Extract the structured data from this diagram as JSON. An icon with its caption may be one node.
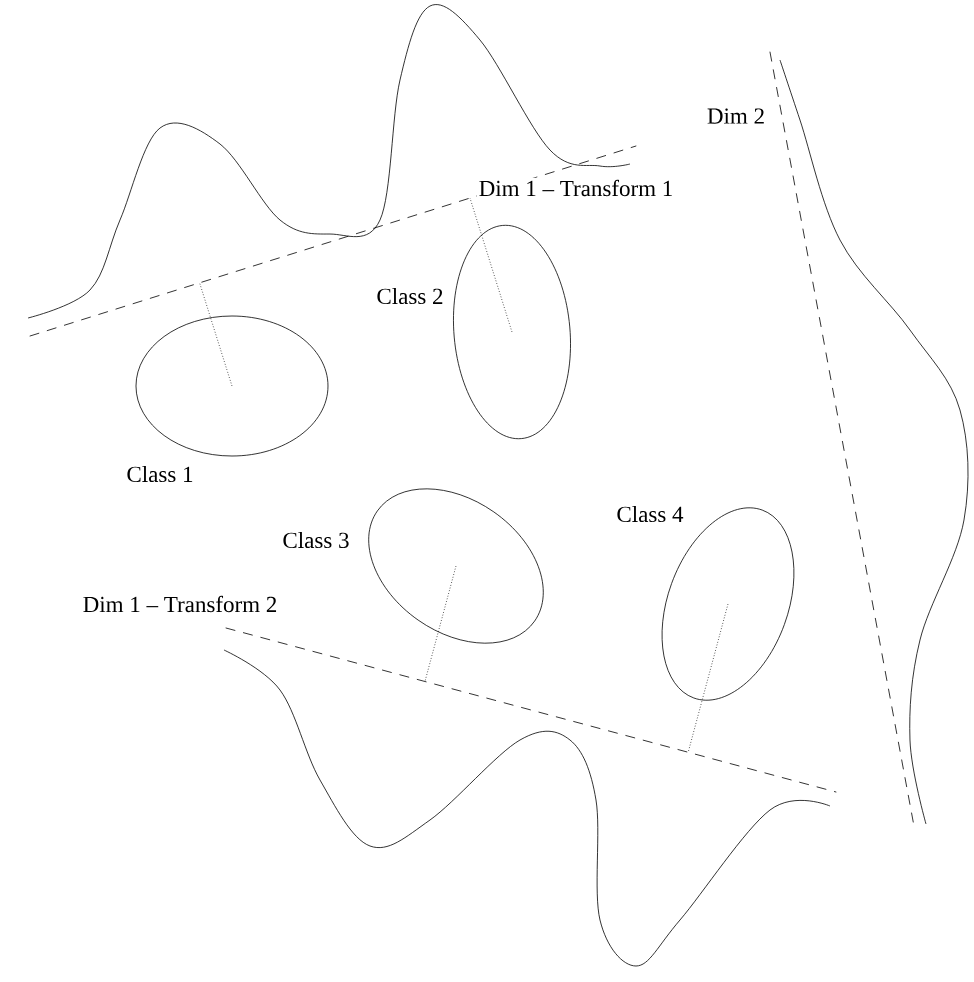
{
  "diagram": {
    "nodes": [
      {
        "text": [],
        "shape": "ellipse",
        "beside": [
          "Class 1"
        ]
      },
      {
        "text": [],
        "shape": "ellipse",
        "beside": [
          "Class 2"
        ]
      },
      {
        "text": [],
        "shape": "ellipse",
        "beside": [
          "Class 3"
        ]
      },
      {
        "text": [],
        "shape": "ellipse",
        "beside": [
          "Class 4"
        ]
      },
      {
        "text": [],
        "shape": "line"
      },
      {
        "text": [],
        "shape": "line"
      },
      {
        "text": [],
        "shape": "line"
      }
    ],
    "labels": [
      "Dim 2",
      "Dim 1 – Transform 1",
      "Dim 1 – Transform 2"
    ],
    "edges": [
      {
        "from": 0,
        "to": 4,
        "arrow": "none",
        "style": "dashed"
      },
      {
        "from": 1,
        "to": 4,
        "arrow": "none",
        "style": "dashed"
      },
      {
        "from": 2,
        "to": 5,
        "arrow": "none",
        "style": "dashed"
      },
      {
        "from": 3,
        "to": 5,
        "arrow": "none",
        "style": "dashed"
      }
    ]
  }
}
